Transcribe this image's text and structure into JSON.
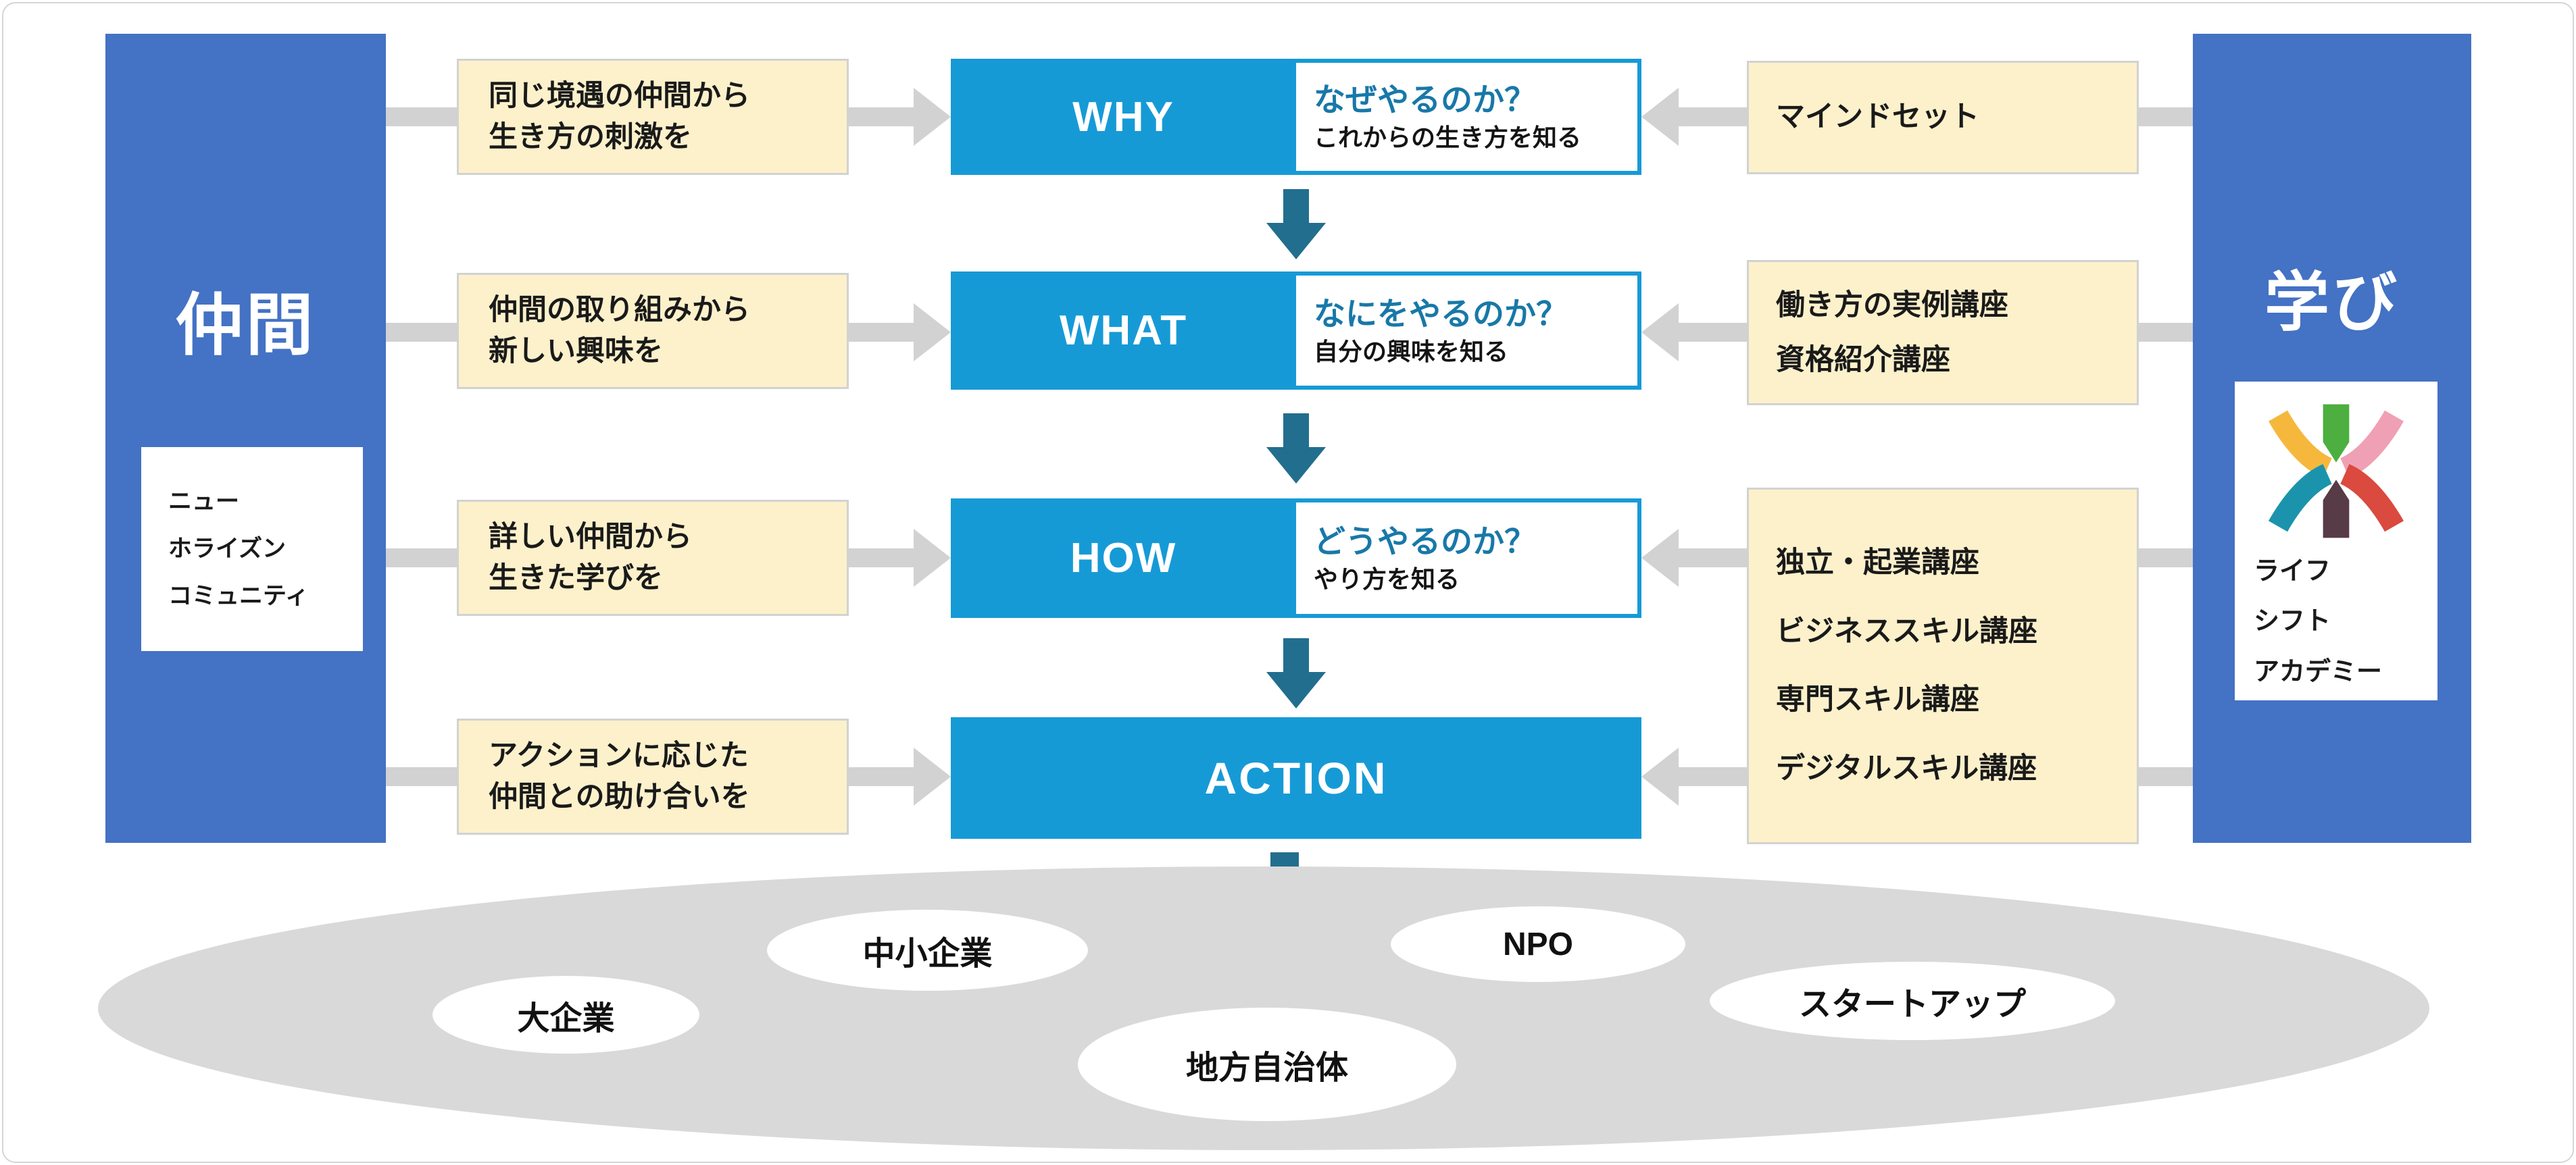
{
  "diagram": {
    "left_panel": {
      "title": "仲間",
      "community_lines": [
        "ニュー",
        "ホライズン",
        "コミュニティ"
      ]
    },
    "right_panel": {
      "title": "学び",
      "academy_lines": [
        "ライフ",
        "シフト",
        "アカデミー"
      ]
    },
    "rows": [
      {
        "keyword": "WHY",
        "question": "なぜやるのか？",
        "answer": "これからの生き方を知る",
        "left_lines": [
          "同じ境遇の仲間から",
          "生き方の刺激を"
        ],
        "right_lines": [
          "マインドセット"
        ]
      },
      {
        "keyword": "WHAT",
        "question": "なにをやるのか？",
        "answer": "自分の興味を知る",
        "left_lines": [
          "仲間の取り組みから",
          "新しい興味を"
        ],
        "right_lines": [
          "働き方の実例講座",
          "資格紹介講座"
        ]
      },
      {
        "keyword": "HOW",
        "question": "どうやるのか？",
        "answer": "やり方を知る",
        "left_lines": [
          "詳しい仲間から",
          "生きた学びを"
        ]
      },
      {
        "keyword": "ACTION",
        "left_lines": [
          "アクションに応じた",
          "仲間との助け合いを"
        ]
      }
    ],
    "right_course_box": {
      "lines": [
        "独立・起業講座",
        "ビジネススキル講座",
        "専門スキル講座",
        "デジタルスキル講座"
      ]
    },
    "destinations": [
      "大企業",
      "中小企業",
      "地方自治体",
      "NPO",
      "スタートアップ"
    ],
    "colors": {
      "cyan": "#169AD6",
      "panel_blue": "#4472C4",
      "yellow_box": "#FCF1CB",
      "teal_arrow": "#226E8E",
      "connector_gray": "#D2D2D2",
      "ellipse_gray": "#D9D9D9",
      "question_blue": "#1878A8"
    },
    "logo_icon_colors": {
      "yellow": "#F5B83D",
      "green": "#4CAF3F",
      "pink": "#F0A0B4",
      "teal": "#1C93AC",
      "maroon": "#573B46",
      "red": "#DA4A3E"
    }
  }
}
